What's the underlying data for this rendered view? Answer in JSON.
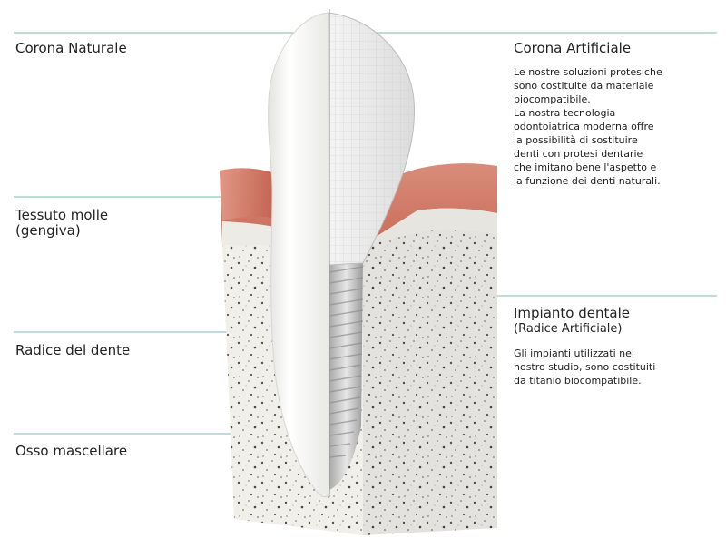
{
  "left_labels": {
    "corona_naturale": "Corona Naturale",
    "tessuto_molle": "Tessuto molle",
    "gengiva": "(gengiva)",
    "radice_dente": "Radice del dente",
    "osso_mascellare": "Osso mascellare"
  },
  "right_labels": {
    "corona_artificiale": "Corona Artificiale",
    "corona_artificiale_desc": "Le nostre soluzioni protesiche\nsono costituite da materiale\nbiocompatibile.\nLa nostra tecnologia\nodontoiatrica moderna offre\nla possibilità di sostituire\ndenti con protesi dentarie\nche imitano bene l'aspetto e\nla funzione dei denti naturali.",
    "impianto_dentale": "Impianto dentale",
    "radice_artificiale": "(Radice Artificiale)",
    "impianto_desc": "Gli impianti utilizzati nel\nnostro studio, sono costituiti\nda titanio biocompatibile."
  },
  "colors": {
    "leader_line": "#7fb8ad",
    "gum": "#d9826f",
    "bone": "#f3f1ec",
    "tooth": "#f7f7f4"
  }
}
